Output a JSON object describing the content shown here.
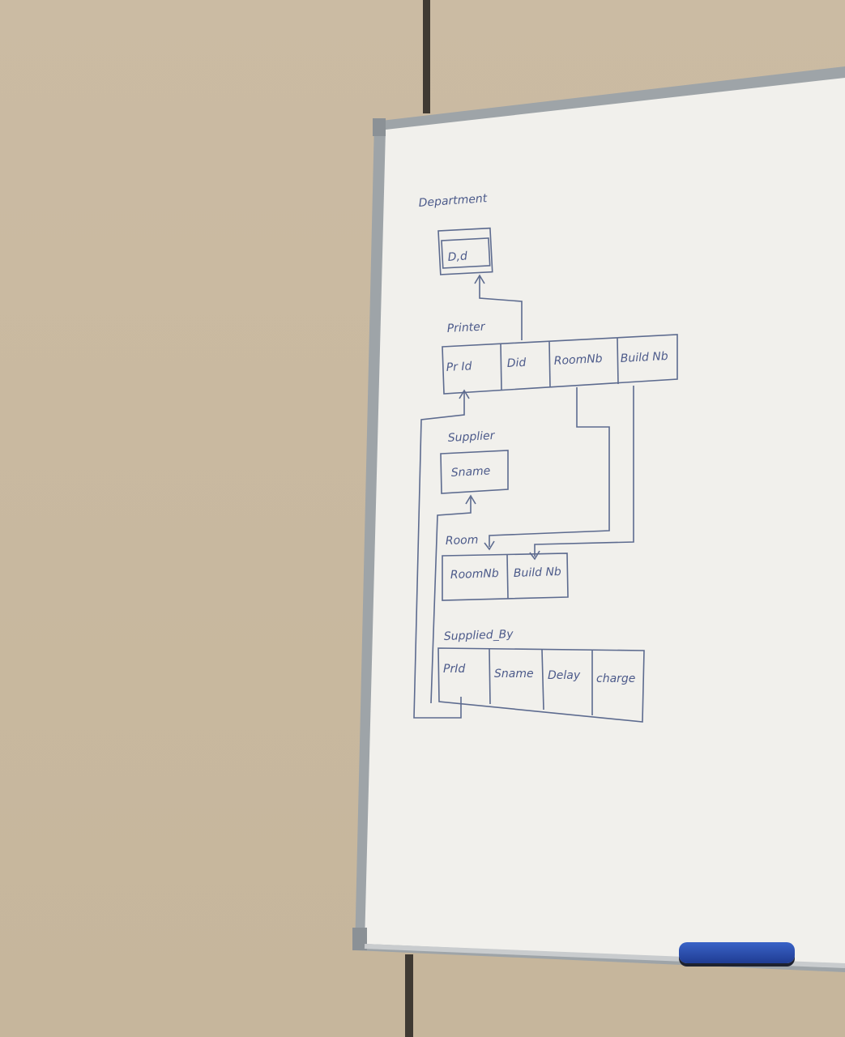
{
  "board": {
    "entities": [
      {
        "name": "Department",
        "columns": [
          "D,d"
        ]
      },
      {
        "name": "Printer",
        "columns": [
          "Pr Id",
          "Did",
          "RoomNb",
          "Build Nb"
        ]
      },
      {
        "name": "Supplier",
        "columns": [
          "Sname"
        ]
      },
      {
        "name": "Room",
        "columns": [
          "RoomNb",
          "Build Nb"
        ]
      },
      {
        "name": "Supplied_By",
        "columns": [
          "PrId",
          "Sname",
          "Delay",
          "charge"
        ]
      }
    ]
  },
  "colors": {
    "wall": "#c9b9a0",
    "board": "#f1f0ec",
    "ink": "#5d6b8f",
    "eraser": "#2a4fb0"
  }
}
